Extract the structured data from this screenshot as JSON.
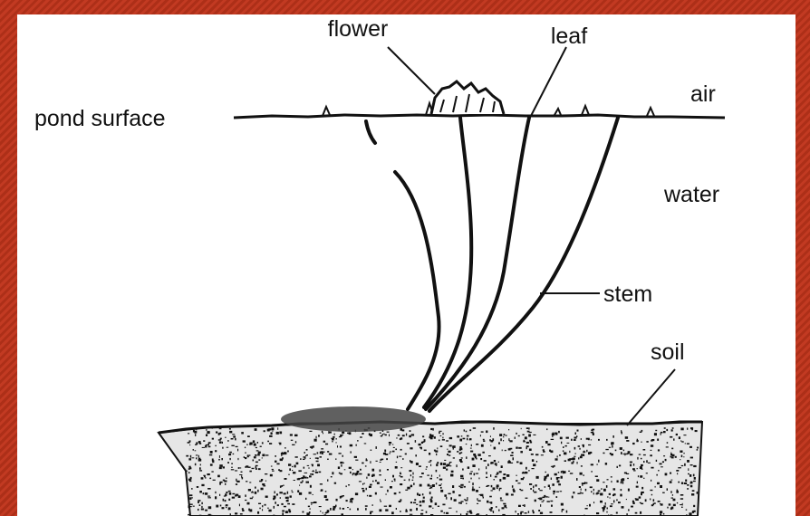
{
  "diagram": {
    "labels": {
      "flower": "flower",
      "leaf": "leaf",
      "pond_surface": "pond surface",
      "air": "air",
      "water": "water",
      "stem": "stem",
      "soil": "soil"
    }
  }
}
